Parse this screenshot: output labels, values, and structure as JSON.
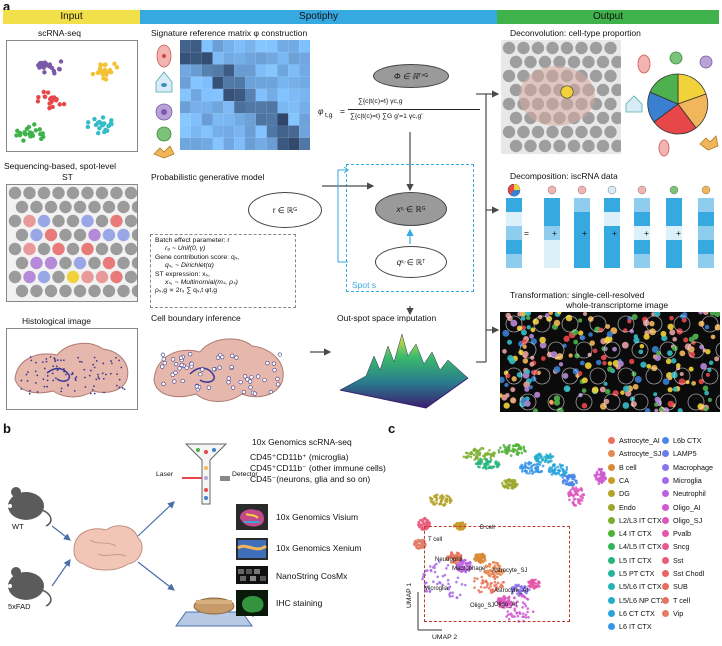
{
  "panel_a": {
    "label": "a",
    "headers": {
      "input": "Input",
      "spotiphy": "Spotiphy",
      "output": "Output"
    },
    "header_colors": {
      "input": "#f2e04b",
      "spotiphy": "#35a9e0",
      "output": "#3fb24b"
    },
    "input": {
      "scrna": "scRNA-seq",
      "st_line1": "Sequencing-based, spot-level",
      "st_line2": "ST",
      "histo": "Histological image"
    },
    "spotiphy": {
      "sig_title": "Signature reference matrix φ construction",
      "phi_space": "Φ ∈ ℝ",
      "phi_sup": "T×G",
      "phi_eq_lhs": "φ",
      "phi_eq_sub": "t,g",
      "phi_eq_num": "∑{c|t(c)=t} γc,g",
      "phi_eq_den": "∑{c|t(c)=t} ∑G g′=1 γc,g′",
      "gen_title": "Probabilistic generative model",
      "r_space": "r ∈ ℝ",
      "r_sup": "G",
      "x_space": "x",
      "x_sub": "s,·",
      "x_rest": " ∈ ℝ",
      "x_sup": "G",
      "q_space": "q",
      "q_sub": "s,·",
      "q_rest": " ∈ ℝ",
      "q_sup": "T",
      "spot_label": "Spot s",
      "model_lines": [
        "Batch effect parameter: r",
        "r₉ ~ Unif(0, γ)",
        "Gene contribution score: qₛ,",
        "qₛ, ~ Dirichlet(α)",
        "ST expression: xₛ,",
        "xₛ, ~ Multinomial(mₛ, ρₛ)",
        "ρₛ,g ∝ 2r₉ ∑ qₛ,t φt,g"
      ],
      "cell_title": "Cell boundary inference",
      "impute_title": "Out-spot space imputation"
    },
    "output": {
      "deconv_title": "Deconvolution: cell-type proportion",
      "decomp_title": "Decomposition: iscRNA data",
      "transform_line1": "Transformation: single-cell-resolved",
      "transform_line2": "whole-transcriptome image",
      "ops": [
        "=",
        "+",
        "+",
        "+",
        "+",
        "+"
      ]
    }
  },
  "panel_b": {
    "label": "b",
    "wt": "WT",
    "fad": "5xFAD",
    "laser": "Laser",
    "detector": "Detector",
    "scrna_title": "10x Genomics scRNA-seq",
    "cd_lines": [
      "CD45⁺CD11b⁺ (microglia)",
      "CD45⁺CD11b⁻ (other immune cells)",
      "CD45⁻(neurons, glia and so on)"
    ],
    "platforms": [
      "10x Genomics Visium",
      "10x Genomics Xenium",
      "NanoString CosMx",
      "IHC staining"
    ]
  },
  "panel_c": {
    "label": "c",
    "umap_x": "UMAP 2",
    "umap_y": "UMAP 1",
    "cluster_labels": [
      "T cell",
      "B cell",
      "Neutrophil",
      "Macrophage",
      "Astrocyte_SJ",
      "Astrocyte_AI",
      "Microglia",
      "Oligo_AI",
      "Oligo_SJ"
    ],
    "legend": [
      {
        "name": "Astrocyte_AI",
        "color": "#e9735a"
      },
      {
        "name": "Astrocyte_SJ",
        "color": "#e58a52"
      },
      {
        "name": "B cell",
        "color": "#d98a35"
      },
      {
        "name": "CA",
        "color": "#c99a2c"
      },
      {
        "name": "DG",
        "color": "#b5a22a"
      },
      {
        "name": "Endo",
        "color": "#99a82a"
      },
      {
        "name": "L2/L3 IT CTX",
        "color": "#7aad2d"
      },
      {
        "name": "L4 IT CTX",
        "color": "#4fb235"
      },
      {
        "name": "L4/L5 IT CTX",
        "color": "#2fb457"
      },
      {
        "name": "L5 IT CTX",
        "color": "#27b57c"
      },
      {
        "name": "L5 PT CTX",
        "color": "#25b59b"
      },
      {
        "name": "L5/L6 IT CTX",
        "color": "#22b3b4"
      },
      {
        "name": "L5/L6 NP CTX",
        "color": "#23adcb"
      },
      {
        "name": "L6 CT CTX",
        "color": "#2aa3dc"
      },
      {
        "name": "L6 IT CTX",
        "color": "#3595e6"
      },
      {
        "name": "L6b CTX",
        "color": "#4b87ea"
      },
      {
        "name": "LAMP5",
        "color": "#6b7ded"
      },
      {
        "name": "Macrophage",
        "color": "#8a74ec"
      },
      {
        "name": "Microglia",
        "color": "#a46ae6"
      },
      {
        "name": "Neutrophil",
        "color": "#bb62dd"
      },
      {
        "name": "Oligo_AI",
        "color": "#ce5bd0"
      },
      {
        "name": "Oligo_SJ",
        "color": "#dc57bd"
      },
      {
        "name": "Pvalb",
        "color": "#e556a8"
      },
      {
        "name": "Sncg",
        "color": "#e95891"
      },
      {
        "name": "Sst",
        "color": "#ea5c7b"
      },
      {
        "name": "Sst Chodl",
        "color": "#e96367"
      },
      {
        "name": "SUB",
        "color": "#e86c60"
      },
      {
        "name": "T cell",
        "color": "#e67560"
      },
      {
        "name": "Vip",
        "color": "#e27c66"
      }
    ]
  }
}
